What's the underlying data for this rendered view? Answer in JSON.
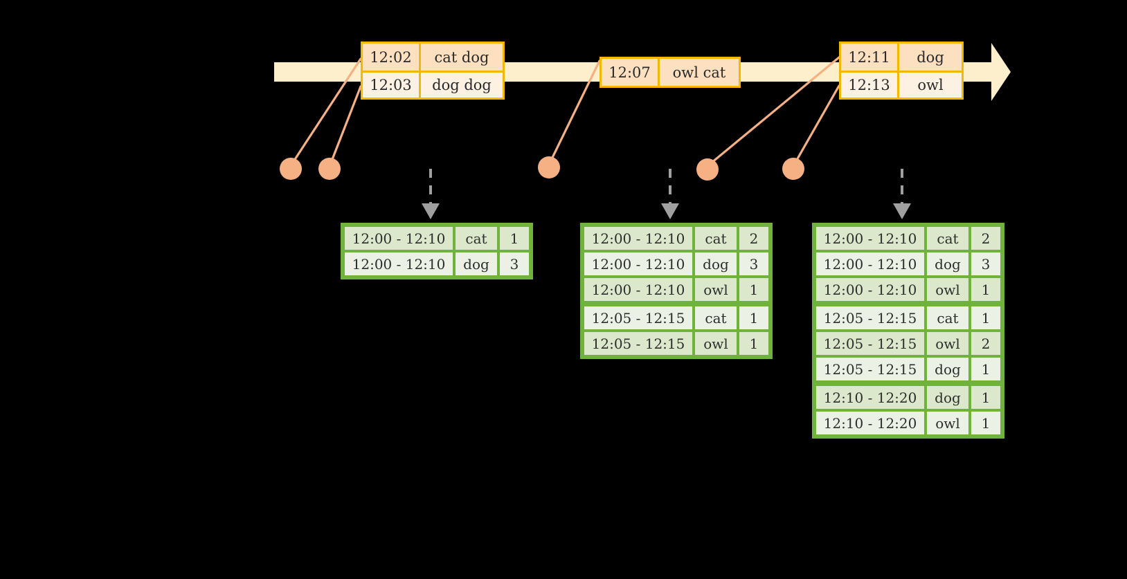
{
  "diagram": {
    "title": "sliding window word count stream diagram",
    "colors": {
      "background": "#000000",
      "timeline_fill": "#FDEFCB",
      "event_border": "#F5B800",
      "event_fill_shade": "#FCE0C0",
      "event_fill_light": "#FDF1E3",
      "connector": "#F5B183",
      "dot": "#F5B183",
      "table_border": "#6FB23C",
      "table_fill_odd": "#DCE8CC",
      "table_fill_even": "#EBF1E4",
      "arrow_gray": "#A0A0A0"
    }
  },
  "timeline": {
    "name": "event-stream-timeline",
    "arrow_head": "right-arrow"
  },
  "events": [
    {
      "group": "events-group-1",
      "rows": [
        {
          "time": "12:02",
          "words": "cat dog"
        },
        {
          "time": "12:03",
          "words": "dog dog"
        }
      ]
    },
    {
      "group": "events-group-2",
      "rows": [
        {
          "time": "12:07",
          "words": "owl cat"
        }
      ]
    },
    {
      "group": "events-group-3",
      "rows": [
        {
          "time": "12:11",
          "words": "dog"
        },
        {
          "time": "12:13",
          "words": "owl"
        }
      ]
    }
  ],
  "dots": [
    {
      "name": "event-dot-1"
    },
    {
      "name": "event-dot-2"
    },
    {
      "name": "event-dot-3"
    },
    {
      "name": "event-dot-4"
    },
    {
      "name": "event-dot-5"
    }
  ],
  "tables": [
    {
      "name": "window-result-table-1",
      "rows": [
        {
          "window": "12:00 - 12:10",
          "word": "cat",
          "count": "1"
        },
        {
          "window": "12:00 - 12:10",
          "word": "dog",
          "count": "3"
        }
      ],
      "group_breaks": []
    },
    {
      "name": "window-result-table-2",
      "rows": [
        {
          "window": "12:00 - 12:10",
          "word": "cat",
          "count": "2"
        },
        {
          "window": "12:00 - 12:10",
          "word": "dog",
          "count": "3"
        },
        {
          "window": "12:00 - 12:10",
          "word": "owl",
          "count": "1"
        },
        {
          "window": "12:05 - 12:15",
          "word": "cat",
          "count": "1"
        },
        {
          "window": "12:05 - 12:15",
          "word": "owl",
          "count": "1"
        }
      ],
      "group_breaks": [
        3
      ]
    },
    {
      "name": "window-result-table-3",
      "rows": [
        {
          "window": "12:00 - 12:10",
          "word": "cat",
          "count": "2"
        },
        {
          "window": "12:00 - 12:10",
          "word": "dog",
          "count": "3"
        },
        {
          "window": "12:00 - 12:10",
          "word": "owl",
          "count": "1"
        },
        {
          "window": "12:05 - 12:15",
          "word": "cat",
          "count": "1"
        },
        {
          "window": "12:05 - 12:15",
          "word": "owl",
          "count": "2"
        },
        {
          "window": "12:05 - 12:15",
          "word": "dog",
          "count": "1"
        },
        {
          "window": "12:10 - 12:20",
          "word": "dog",
          "count": "1"
        },
        {
          "window": "12:10 - 12:20",
          "word": "owl",
          "count": "1"
        }
      ],
      "group_breaks": [
        3,
        6
      ]
    }
  ]
}
